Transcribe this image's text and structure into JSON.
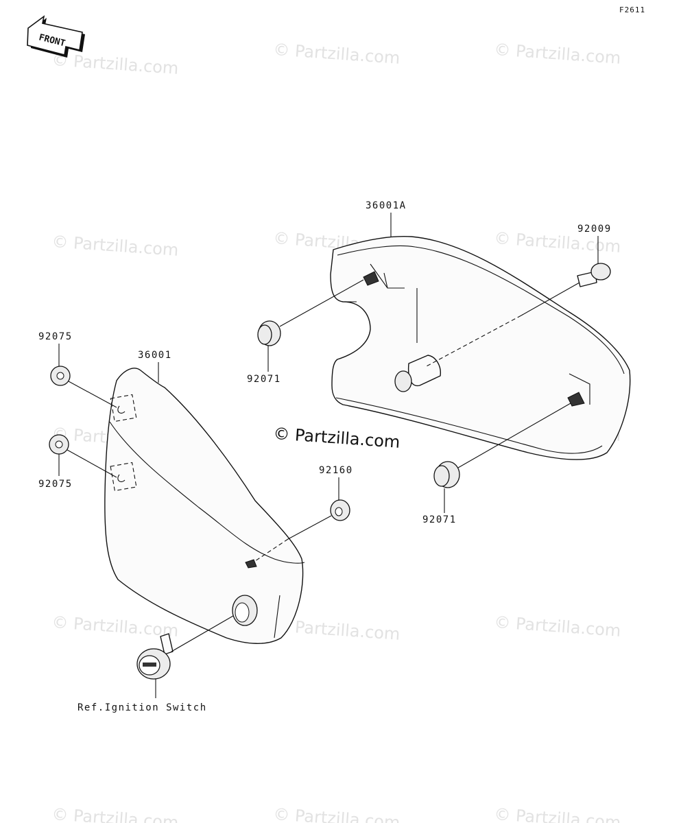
{
  "diagram_code": "F2611",
  "front_label": "FRONT",
  "watermark_text": "© Partzilla.com",
  "center_watermark_text": "© Partzilla.com",
  "parts": {
    "cover_right": "36001A",
    "cover_left": "36001",
    "bolt": "92009",
    "grommet_upper_right": "92071",
    "grommet_lower_right": "92071",
    "grommet_upper_left": "92075",
    "grommet_lower_left": "92075",
    "grommet_center": "92160",
    "ignition_ref": "Ref.Ignition Switch"
  }
}
